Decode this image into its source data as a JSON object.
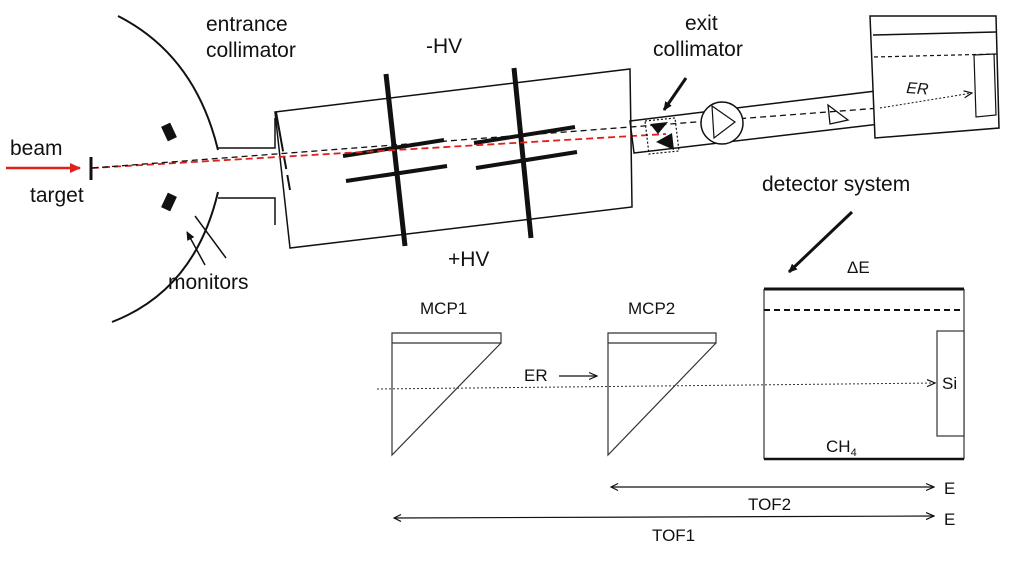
{
  "labels": {
    "entrance_collimator_line1": "entrance",
    "entrance_collimator_line2": "collimator",
    "exit_collimator_line1": "exit",
    "exit_collimator_line2": "collimator",
    "neg_hv": "-HV",
    "pos_hv": "+HV",
    "beam": "beam",
    "target": "target",
    "monitors": "monitors",
    "detector_system": "detector system",
    "er_top": "ER",
    "delta_e": "ΔE",
    "mcp1": "MCP1",
    "mcp2": "MCP2",
    "er_bottom": "ER",
    "si": "Si",
    "ch4_base": "CH",
    "ch4_sub": "4",
    "e_upper": "E",
    "e_lower": "E",
    "tof2": "TOF2",
    "tof1": "TOF1"
  },
  "colors": {
    "beam": "#e0201b",
    "line": "#111111",
    "thin": "#333333"
  }
}
